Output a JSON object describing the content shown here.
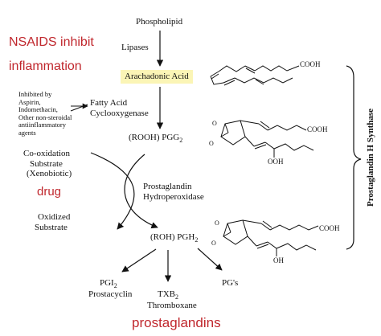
{
  "labels": {
    "phospholipid": "Phospholipid",
    "lipases": "Lipases",
    "arachidonic_acid": "Arachadonic Acid",
    "inhibited_by": [
      "Inhibited by",
      "Aspirin,",
      "Indomethacin,",
      "Other non-steroidal",
      "antiinflammatory",
      "agents"
    ],
    "cox_enzyme": [
      "Fatty Acid",
      "Cyclooxygenase"
    ],
    "pgg2": "(ROOH) PGG",
    "pgg2_sub": "2",
    "cooxidation": [
      "Co-oxidation",
      "Substrate",
      "(Xenobiotic)"
    ],
    "hydroperoxidase": [
      "Prostaglandin",
      "Hydroperoxidase"
    ],
    "oxidized": [
      "Oxidized",
      "Substrate"
    ],
    "pgh2": "(ROH)  PGH",
    "pgh2_sub": "2",
    "pgi2": "PGI",
    "pgi2_sub": "2",
    "prostacyclin": "Prostacyclin",
    "txb2": "TXB",
    "txb2_sub": "2",
    "thromboxane": "Thromboxane",
    "pgs": "PG's",
    "synthase": "Prostaglandin H Synthase"
  },
  "chemistry": {
    "cooh": "COOH",
    "ooh": "OOH",
    "oh": "OH",
    "o": "O"
  },
  "annotations": {
    "nsaids_line1": "NSAIDS inhibit",
    "nsaids_line2": "inflammation",
    "drug": "drug",
    "prostaglandins": "prostaglandins"
  },
  "colors": {
    "annotation_red": "#c0272d",
    "highlight": "#fbf5b6"
  }
}
